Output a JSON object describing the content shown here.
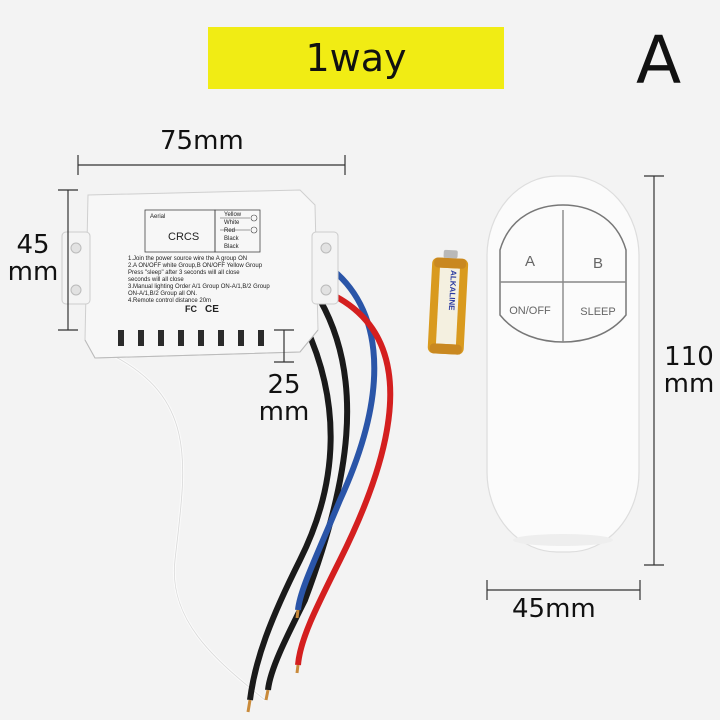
{
  "banner": {
    "label": "1way",
    "color": "#f1ec14"
  },
  "variant_letter": "A",
  "dimensions": {
    "module_width": "75mm",
    "module_height_value": "45",
    "module_height_unit": "mm",
    "module_depth_value": "25",
    "module_depth_unit": "mm",
    "remote_height_value": "110",
    "remote_height_unit": "mm",
    "remote_width": "45mm"
  },
  "receiver_module": {
    "label_aerial": "Aerial",
    "label_brand": "CRCS",
    "wire_labels": [
      "Yellow",
      "White",
      "Red",
      "Black",
      "Black"
    ],
    "instructions": [
      "1.Join the power source wire the A group ON",
      "2.A ON/OFF white Group,B ON/OFF Yellow Group",
      "Press \"sleep\" after 3 seconds will all close",
      "seconds will all close",
      "3.Manual lighting Order A/1 Group ON-A/1,B/2 Group",
      "ON-A/1,B/2 Group all ON.",
      "4.Remote control distance 20m"
    ],
    "cert_marks": [
      "FC",
      "CE"
    ]
  },
  "battery": {
    "label": "ALKALINE"
  },
  "remote": {
    "buttons": [
      "A",
      "B",
      "ON/OFF",
      "SLEEP"
    ]
  },
  "wire_colors": {
    "black": "#1a1a1a",
    "blue": "#2a55a8",
    "red": "#d41f1f",
    "white": "#f8f8f8"
  }
}
